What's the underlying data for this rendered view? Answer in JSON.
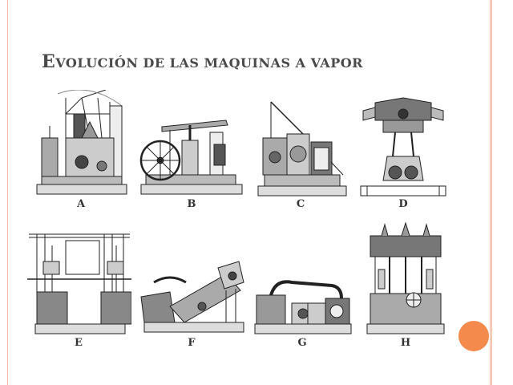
{
  "slide": {
    "title_first": "E",
    "title_rest": "volución de las maquinas a vapor",
    "accent_color": "#f58a4d",
    "border_color": "#f1b09a"
  },
  "machines": [
    {
      "letter": "A",
      "icon": "beam-engine-a-icon"
    },
    {
      "letter": "B",
      "icon": "beam-engine-flywheel-b-icon"
    },
    {
      "letter": "C",
      "icon": "beam-engine-c-icon"
    },
    {
      "letter": "D",
      "icon": "inverted-engine-d-icon"
    },
    {
      "letter": "E",
      "icon": "twin-cylinder-engine-e-icon"
    },
    {
      "letter": "F",
      "icon": "oscillating-engine-f-icon"
    },
    {
      "letter": "G",
      "icon": "horizontal-engine-g-icon"
    },
    {
      "letter": "H",
      "icon": "triple-expansion-engine-h-icon"
    }
  ]
}
